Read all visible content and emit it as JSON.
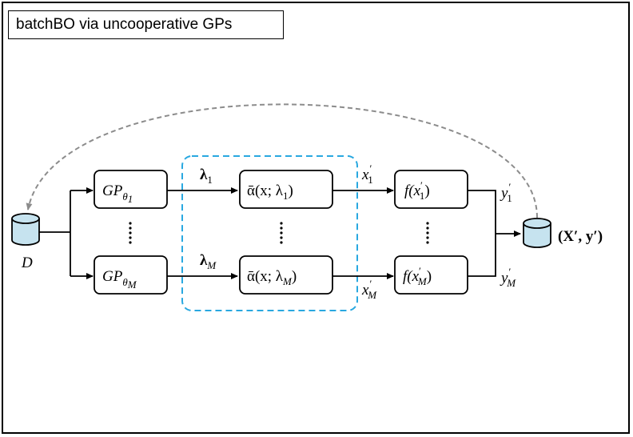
{
  "title": "batchBO via uncooperative GPs",
  "colors": {
    "stroke": "#000000",
    "dashed_box": "#29a8e0",
    "feedback_arrow": "#8c8c8c",
    "database_fill": "#c6e3ef"
  },
  "icons": {
    "input_data": "database-icon",
    "output_data": "database-icon"
  },
  "labels": {
    "input": "D",
    "output": "(X′, y′)"
  },
  "rows": {
    "first": {
      "gp": "GP",
      "gp_sub": "θ",
      "gp_sub_index": "1",
      "lambda": "λ",
      "lambda_sub": "1",
      "acq": "ᾱ(x; λ",
      "acq_sub": "1",
      "acq_close": ")",
      "x": "x",
      "x_sub": "1",
      "f": "f(x",
      "f_sub": "1",
      "f_close": ")",
      "y": "y",
      "y_sub": "1"
    },
    "last": {
      "gp": "GP",
      "gp_sub": "θ",
      "gp_sub_index": "M",
      "lambda": "λ",
      "lambda_sub": "M",
      "acq": "ᾱ(x; λ",
      "acq_sub": "M",
      "acq_close": ")",
      "x": "x",
      "x_sub": "M",
      "f": "f(x",
      "f_sub": "M",
      "f_close": ")",
      "y": "y",
      "y_sub": "M"
    }
  }
}
